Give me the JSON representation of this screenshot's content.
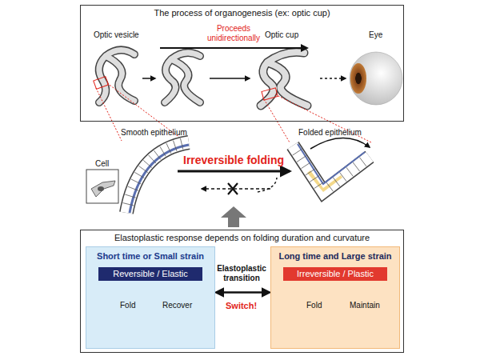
{
  "diagram": {
    "nodes": [
      {
        "text": [
          "The process of organogenesis (ex: optic cup)"
        ]
      },
      {
        "text": [
          "Elastoplastic response depends on folding duration and curvature"
        ]
      },
      {
        "text": [
          "Short time or Small strain"
        ],
        "in": 1
      },
      {
        "text": [
          "Reversible / Elastic"
        ],
        "in": 2
      },
      {
        "text": [
          "Long time and Large strain"
        ],
        "in": 1
      },
      {
        "text": [
          "Irreversible / Plastic"
        ],
        "in": 4
      }
    ],
    "edges": [
      {
        "from": 2,
        "to": 4,
        "arrow": "both"
      }
    ],
    "labels": [
      "Optic vesicle",
      "Proceeds unidirectionally",
      "Optic cup",
      "Eye",
      "Smooth epithelium",
      "Folded epithelium",
      "Cell",
      "Irreversible folding",
      "Elastoplastic transition",
      "Switch!",
      "Fold",
      "Recover",
      "Fold",
      "Maintain"
    ]
  }
}
